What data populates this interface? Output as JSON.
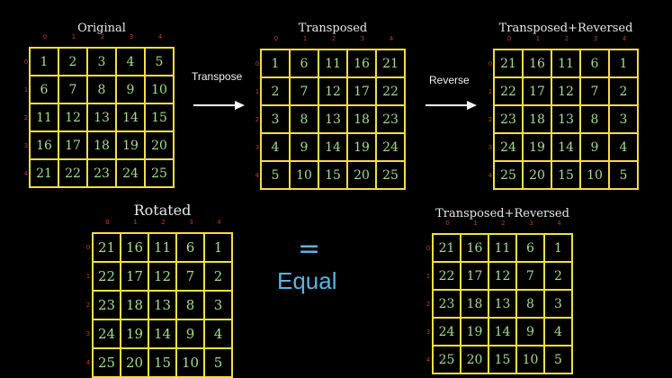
{
  "indices": [
    "0",
    "1",
    "2",
    "3",
    "4"
  ],
  "panels": [
    {
      "id": "original",
      "title": "Original",
      "grid": [
        [
          "1",
          "2",
          "3",
          "4",
          "5"
        ],
        [
          "6",
          "7",
          "8",
          "9",
          "10"
        ],
        [
          "11",
          "12",
          "13",
          "14",
          "15"
        ],
        [
          "16",
          "17",
          "18",
          "19",
          "20"
        ],
        [
          "21",
          "22",
          "23",
          "24",
          "25"
        ]
      ]
    },
    {
      "id": "transposed",
      "title": "Transposed",
      "grid": [
        [
          "1",
          "6",
          "11",
          "16",
          "21"
        ],
        [
          "2",
          "7",
          "12",
          "17",
          "22"
        ],
        [
          "3",
          "8",
          "13",
          "18",
          "23"
        ],
        [
          "4",
          "9",
          "14",
          "19",
          "24"
        ],
        [
          "5",
          "10",
          "15",
          "20",
          "25"
        ]
      ]
    },
    {
      "id": "transposed-reversed-top",
      "title": "Transposed+Reversed",
      "grid": [
        [
          "21",
          "16",
          "11",
          "6",
          "1"
        ],
        [
          "22",
          "17",
          "12",
          "7",
          "2"
        ],
        [
          "23",
          "18",
          "13",
          "8",
          "3"
        ],
        [
          "24",
          "19",
          "14",
          "9",
          "4"
        ],
        [
          "25",
          "20",
          "15",
          "10",
          "5"
        ]
      ]
    },
    {
      "id": "rotated",
      "title": "Rotated",
      "grid": [
        [
          "21",
          "16",
          "11",
          "6",
          "1"
        ],
        [
          "22",
          "17",
          "12",
          "7",
          "2"
        ],
        [
          "23",
          "18",
          "13",
          "8",
          "3"
        ],
        [
          "24",
          "19",
          "14",
          "9",
          "4"
        ],
        [
          "25",
          "20",
          "15",
          "10",
          "5"
        ]
      ]
    },
    {
      "id": "transposed-reversed-bottom",
      "title": "Transposed+Reversed",
      "grid": [
        [
          "21",
          "16",
          "11",
          "6",
          "1"
        ],
        [
          "22",
          "17",
          "12",
          "7",
          "2"
        ],
        [
          "23",
          "18",
          "13",
          "8",
          "3"
        ],
        [
          "24",
          "19",
          "14",
          "9",
          "4"
        ],
        [
          "25",
          "20",
          "15",
          "10",
          "5"
        ]
      ]
    }
  ],
  "operations": {
    "transpose": "Transpose",
    "reverse": "Reverse"
  },
  "equality": {
    "symbol": "=",
    "label": "Equal"
  }
}
